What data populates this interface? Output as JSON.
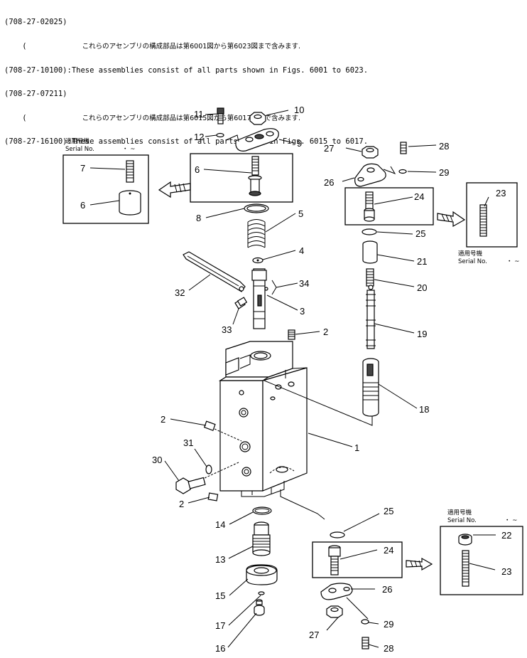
{
  "header": {
    "lines": [
      "(708-27-02025)",
      "    (",
      "(708-27-10100):These assemblies consist of all parts shown in Figs. 6001 to 6023.",
      "(708-27-07211)",
      "    (",
      "(708-27-16100):These assemblies consist of all parts shown in Figs. 6015 to 6017."
    ],
    "jp_lines": [
      "これらのアセンブリの構成部品は第6001図から第6023図まで含みます.",
      "これらのアセンブリの構成部品は第6015図から第6017図まで含みます."
    ]
  },
  "serial_boxes": {
    "jp": "適用号機",
    "en": "Serial  No.",
    "range": "・  ~"
  },
  "labels": {
    "p1": "1",
    "p2a": "2",
    "p2b": "2",
    "p2c": "2",
    "p3": "3",
    "p4": "4",
    "p5": "5",
    "p6a": "6",
    "p6b": "6",
    "p7": "7",
    "p8": "8",
    "p9": "9",
    "p10": "10",
    "p11": "11",
    "p12": "12",
    "p13": "13",
    "p14": "14",
    "p15": "15",
    "p16": "16",
    "p17": "17",
    "p18": "18",
    "p19": "19",
    "p20": "20",
    "p21": "21",
    "p22": "22",
    "p23a": "23",
    "p23b": "23",
    "p24a": "24",
    "p24b": "24",
    "p25a": "25",
    "p25b": "25",
    "p26a": "26",
    "p26b": "26",
    "p27a": "27",
    "p27b": "27",
    "p28a": "28",
    "p28b": "28",
    "p29a": "29",
    "p29b": "29",
    "p30": "30",
    "p31": "31",
    "p32": "32",
    "p33": "33",
    "p34": "34"
  }
}
